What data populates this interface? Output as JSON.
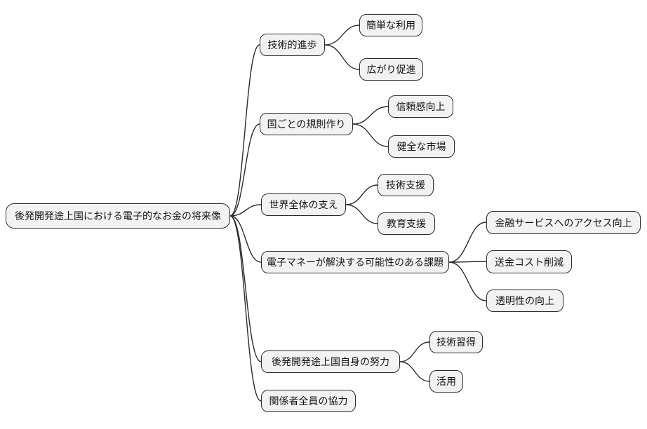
{
  "diagram": {
    "type": "mindmap",
    "root": {
      "label": "後発開発途上国における電子的なお金の将来像"
    },
    "branches": [
      {
        "label": "技術的進歩",
        "children": [
          {
            "label": "簡単な利用"
          },
          {
            "label": "広がり促進"
          }
        ]
      },
      {
        "label": "国ごとの規則作り",
        "children": [
          {
            "label": "信頼感向上"
          },
          {
            "label": "健全な市場"
          }
        ]
      },
      {
        "label": "世界全体の支え",
        "children": [
          {
            "label": "技術支援"
          },
          {
            "label": "教育支援"
          }
        ]
      },
      {
        "label": "電子マネーが解決する可能性のある課題",
        "children": [
          {
            "label": "金融サービスへのアクセス向上"
          },
          {
            "label": "送金コスト削減"
          },
          {
            "label": "透明性の向上"
          }
        ]
      },
      {
        "label": "後発開発途上国自身の努力",
        "children": [
          {
            "label": "技術習得"
          },
          {
            "label": "活用"
          }
        ]
      },
      {
        "label": "関係者全員の協力",
        "children": []
      }
    ],
    "colors": {
      "background": "#ffffff",
      "node_fill": "#f2f2f2",
      "node_border": "#2b2b2b",
      "edge": "#2b2b2b",
      "text": "#141414"
    }
  }
}
